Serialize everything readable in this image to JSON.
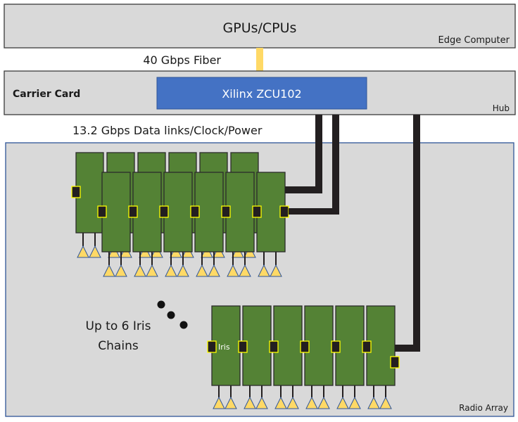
{
  "edge_computer": {
    "title": "GPUs/CPUs",
    "label": "Edge Computer"
  },
  "fiber_link": {
    "label": "40 Gbps Fiber",
    "color": "#ffd966"
  },
  "hub": {
    "left_label": "Carrier Card",
    "corner_label": "Hub",
    "fpga": {
      "label": "Xilinx ZCU102",
      "color": "#4472c4"
    }
  },
  "data_links": {
    "label": "13.2 Gbps Data links/Clock/Power"
  },
  "radio_array": {
    "corner_label": "Radio Array",
    "chains_note": [
      "Up to 6 Iris",
      "Chains"
    ],
    "board_label": "Iris",
    "board_color": "#548235",
    "connector_color": "#ffff00",
    "antenna_color": "#ffd966",
    "boards_per_chain": 6,
    "visible_chains": 3
  }
}
